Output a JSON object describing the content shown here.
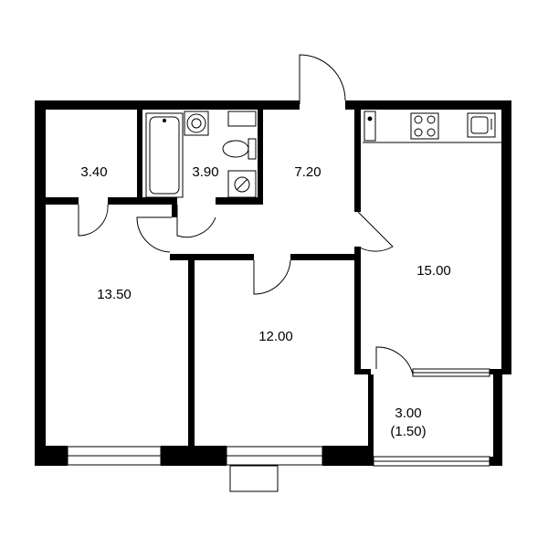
{
  "colors": {
    "wall": "#000000",
    "background": "#ffffff",
    "fixture": "#000000"
  },
  "rooms": [
    {
      "id": "storage",
      "area": "3.40"
    },
    {
      "id": "bathroom",
      "area": "3.90"
    },
    {
      "id": "hallway",
      "area": "7.20"
    },
    {
      "id": "kitchen",
      "area": "15.00"
    },
    {
      "id": "bedroom",
      "area": "13.50"
    },
    {
      "id": "living-room",
      "area": "12.00"
    },
    {
      "id": "balcony",
      "area": "3.00",
      "sub_area": "(1.50)"
    }
  ],
  "icons": {
    "stove": "stove-icon",
    "kitchen_sink": "kitchen-sink-icon",
    "bathtub": "bathtub-icon",
    "washbasin": "washbasin-icon",
    "toilet": "toilet-icon",
    "washing_machine": "washing-machine-icon"
  }
}
